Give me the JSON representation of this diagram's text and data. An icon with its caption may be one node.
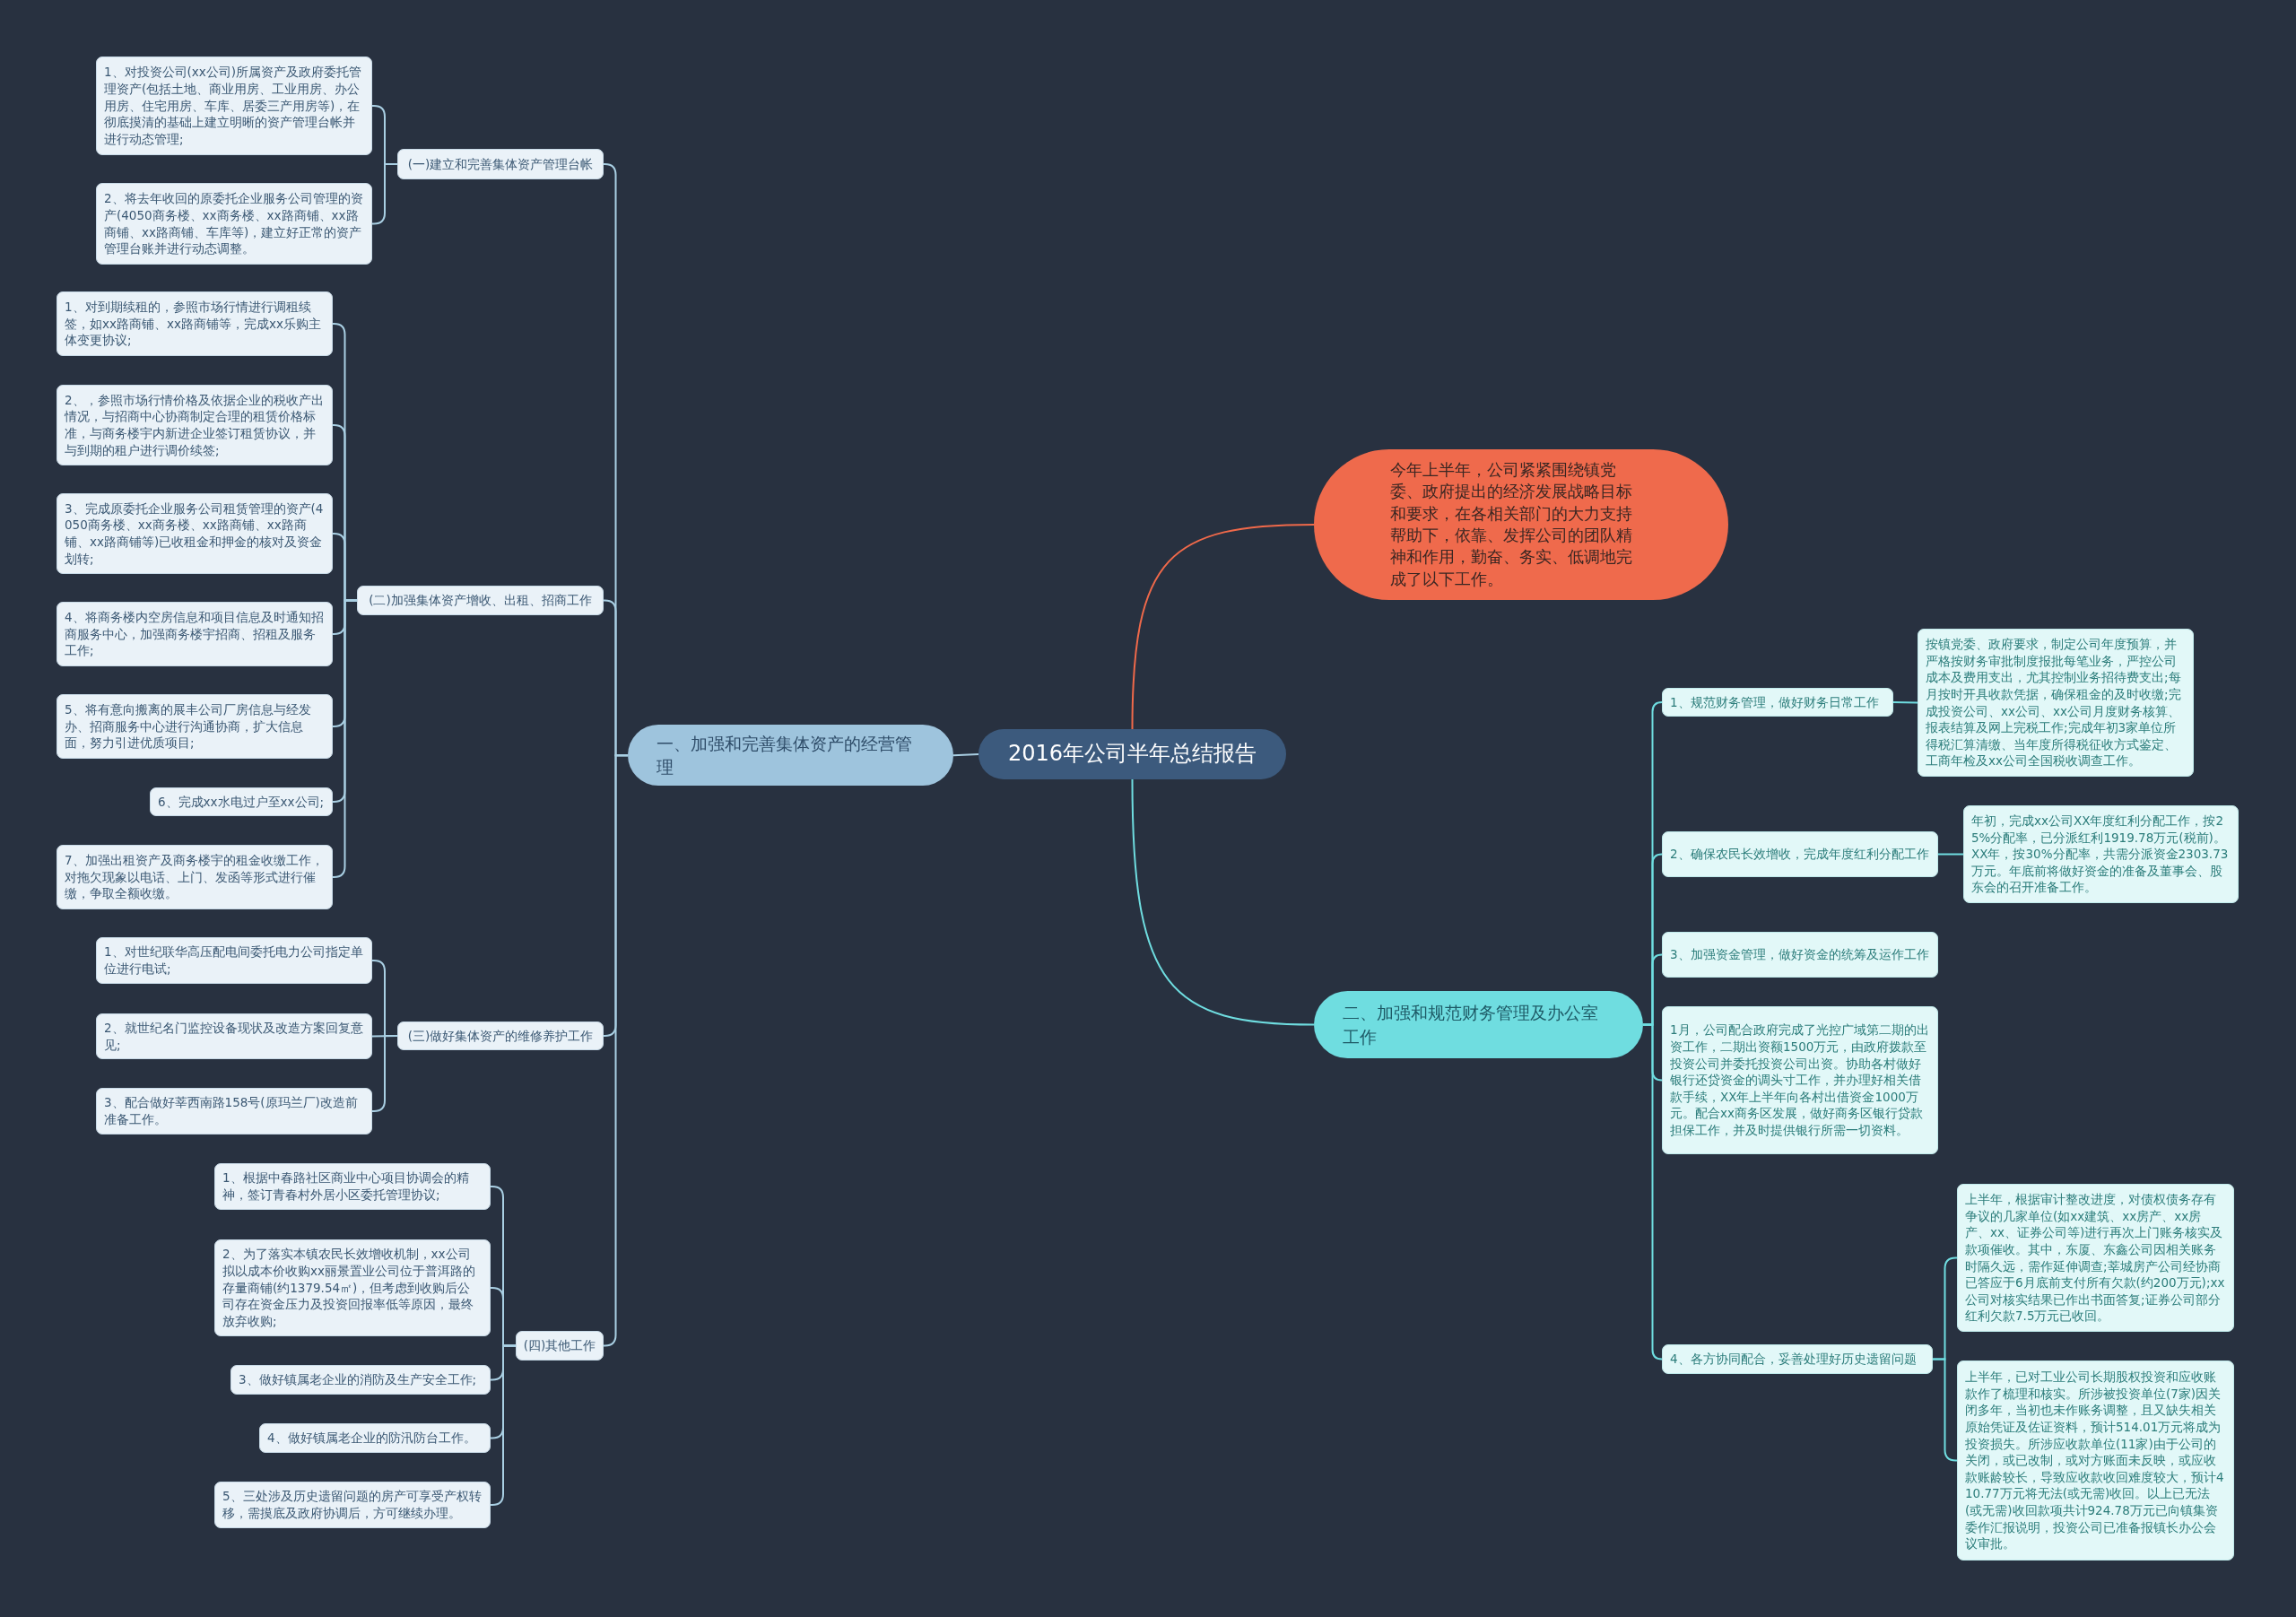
{
  "diagram": {
    "nodes": [
      {
        "text": [
          "2016年公司半年总结报告"
        ]
      },
      {
        "text": [
          "今年上半年，公司紧紧围绕镇党委、政府提出的经济发展战略目标和要求，在各相关部门的大力支持帮助下，依靠、发挥公司的团队精神和作用，勤奋、务实、低调地完成了以下工作。"
        ]
      },
      {
        "text": [
          "一、加强和完善集体资产的经营管理"
        ]
      },
      {
        "text": [
          "(一)建立和完善集体资产管理台帐"
        ]
      },
      {
        "text": [
          "1、对投资公司(xx公司)所属资产及政府委托管理资产(包括土地、商业用房、工业用房、办公用房、住宅用房、车库、居委三产用房等)，在彻底摸清的基础上建立明晰的资产管理台帐并进行动态管理;"
        ]
      },
      {
        "text": [
          "2、将去年收回的原委托企业服务公司管理的资产(4050商务楼、xx商务楼、xx路商铺、xx路商铺、xx路商铺、车库等)，建立好正常的资产管理台账并进行动态调整。"
        ]
      },
      {
        "text": [
          "(二)加强集体资产增收、出租、招商工作"
        ]
      },
      {
        "text": [
          "1、对到期续租的，参照市场行情进行调租续签，如xx路商铺、xx路商铺等，完成xx乐购主体变更协议;"
        ]
      },
      {
        "text": [
          "2、，参照市场行情价格及依据企业的税收产出情况，与招商中心协商制定合理的租赁价格标准，与商务楼宇内新进企业签订租赁协议，并与到期的租户进行调价续签;"
        ]
      },
      {
        "text": [
          "3、完成原委托企业服务公司租赁管理的资产(4050商务楼、xx商务楼、xx路商铺、xx路商铺、xx路商铺等)已收租金和押金的核对及资金划转;"
        ]
      },
      {
        "text": [
          "4、将商务楼内空房信息和项目信息及时通知招商服务中心，加强商务楼宇招商、招租及服务工作;"
        ]
      },
      {
        "text": [
          "5、将有意向搬离的展丰公司厂房信息与经发办、招商服务中心进行沟通协商，扩大信息面，努力引进优质项目;"
        ]
      },
      {
        "text": [
          "6、完成xx水电过户至xx公司;"
        ]
      },
      {
        "text": [
          "7、加强出租资产及商务楼宇的租金收缴工作，对拖欠现象以电话、上门、发函等形式进行催缴，争取全额收缴。"
        ]
      },
      {
        "text": [
          "(三)做好集体资产的维修养护工作"
        ]
      },
      {
        "text": [
          "1、对世纪联华高压配电间委托电力公司指定单位进行电试;"
        ]
      },
      {
        "text": [
          "2、就世纪名门监控设备现状及改造方案回复意见;"
        ]
      },
      {
        "text": [
          "3、配合做好莘西南路158号(原玛兰厂)改造前准备工作。"
        ]
      },
      {
        "text": [
          "(四)其他工作"
        ]
      },
      {
        "text": [
          "1、根据中春路社区商业中心项目协调会的精神，签订青春村外居小区委托管理协议;"
        ]
      },
      {
        "text": [
          "2、为了落实本镇农民长效增收机制，xx公司拟以成本价收购xx丽景置业公司位于普洱路的存量商铺(约1379.54㎡)，但考虑到收购后公司存在资金压力及投资回报率低等原因，最终放弃收购;"
        ]
      },
      {
        "text": [
          "3、做好镇属老企业的消防及生产安全工作;"
        ]
      },
      {
        "text": [
          "4、做好镇属老企业的防汛防台工作。"
        ]
      },
      {
        "text": [
          "5、三处涉及历史遗留问题的房产可享受产权转移，需摸底及政府协调后，方可继续办理。"
        ]
      },
      {
        "text": [
          "二、加强和规范财务管理及办公室工作"
        ]
      },
      {
        "text": [
          "1、规范财务管理，做好财务日常工作"
        ]
      },
      {
        "text": [
          "按镇党委、政府要求，制定公司年度预算，并严格按财务审批制度报批每笔业务，严控公司成本及费用支出，尤其控制业务招待费支出;每月按时开具收款凭据，确保租金的及时收缴;完成投资公司、xx公司、xx公司月度财务核算、报表结算及网上完税工作;完成年初3家单位所得税汇算清缴、当年度所得税征收方式鉴定、工商年检及xx公司全国税收调查工作。"
        ]
      },
      {
        "text": [
          "2、确保农民长效增收，完成年度红利分配工作"
        ]
      },
      {
        "text": [
          "年初，完成xx公司XX年度红利分配工作，按25%分配率，已分派红利1919.78万元(税前)。XX年，按30%分配率，共需分派资金2303.73万元。年底前将做好资金的准备及董事会、股东会的召开准备工作。"
        ]
      },
      {
        "text": [
          "3、加强资金管理，做好资金的统筹及运作工作"
        ]
      },
      {
        "text": [
          "1月，公司配合政府完成了光控广域第二期的出资工作，二期出资额1500万元，由政府拨款至投资公司并委托投资公司出资。协助各村做好银行还贷资金的调头寸工作，并办理好相关借款手续，XX年上半年向各村出借资金1000万元。配合xx商务区发展，做好商务区银行贷款担保工作，并及时提供银行所需一切资料。"
        ]
      },
      {
        "text": [
          "4、各方协同配合，妥善处理好历史遗留问题"
        ]
      },
      {
        "text": [
          "上半年，根据审计整改进度，对债权债务存有争议的几家单位(如xx建筑、xx房产、xx房产、xx、证券公司等)进行再次上门账务核实及款项催收。其中，东厦、东鑫公司因相关账务时隔久远，需作延伸调查;莘城房产公司经协商已答应于6月底前支付所有欠款(约200万元);xx公司对核实结果已作出书面答复;证券公司部分红利欠款7.5万元已收回。"
        ]
      },
      {
        "text": [
          "上半年，已对工业公司长期股权投资和应收账款作了梳理和核实。所涉被投资单位(7家)因关闭多年，当初也未作账务调整，且又缺失相关原始凭证及佐证资料，预计514.01万元将成为投资损失。所涉应收款单位(11家)由于公司的关闭，或已改制，或对方账面未反映，或应收款账龄较长，导致应收款收回难度较大，预计410.77万元将无法(或无需)收回。以上已无法(或无需)收回款项共计924.78万元已向镇集资委作汇报说明，投资公司已准备报镇长办公会议审批。"
        ]
      }
    ],
    "edges": [
      {
        "from": 0,
        "to": 1,
        "arrow": "none",
        "color": "#f0694a"
      },
      {
        "from": 0,
        "to": 2,
        "arrow": "none"
      },
      {
        "from": 2,
        "to": 3,
        "arrow": "none"
      },
      {
        "from": 3,
        "to": 4,
        "arrow": "none"
      },
      {
        "from": 3,
        "to": 5,
        "arrow": "none"
      },
      {
        "from": 2,
        "to": 6,
        "arrow": "none"
      },
      {
        "from": 6,
        "to": 7,
        "arrow": "none"
      },
      {
        "from": 6,
        "to": 8,
        "arrow": "none"
      },
      {
        "from": 6,
        "to": 9,
        "arrow": "none"
      },
      {
        "from": 6,
        "to": 10,
        "arrow": "none"
      },
      {
        "from": 6,
        "to": 11,
        "arrow": "none"
      },
      {
        "from": 6,
        "to": 12,
        "arrow": "none"
      },
      {
        "from": 6,
        "to": 13,
        "arrow": "none"
      },
      {
        "from": 2,
        "to": 14,
        "arrow": "none"
      },
      {
        "from": 14,
        "to": 15,
        "arrow": "none"
      },
      {
        "from": 14,
        "to": 16,
        "arrow": "none"
      },
      {
        "from": 14,
        "to": 17,
        "arrow": "none"
      },
      {
        "from": 2,
        "to": 18,
        "arrow": "none"
      },
      {
        "from": 18,
        "to": 19,
        "arrow": "none"
      },
      {
        "from": 18,
        "to": 20,
        "arrow": "none"
      },
      {
        "from": 18,
        "to": 21,
        "arrow": "none"
      },
      {
        "from": 18,
        "to": 22,
        "arrow": "none"
      },
      {
        "from": 18,
        "to": 23,
        "arrow": "none"
      },
      {
        "from": 0,
        "to": 24,
        "arrow": "none",
        "color": "#6fdde0"
      },
      {
        "from": 24,
        "to": 25,
        "arrow": "none",
        "color": "#6fdde0"
      },
      {
        "from": 25,
        "to": 26,
        "arrow": "none",
        "color": "#6fdde0"
      },
      {
        "from": 24,
        "to": 27,
        "arrow": "none",
        "color": "#6fdde0"
      },
      {
        "from": 27,
        "to": 28,
        "arrow": "none",
        "color": "#6fdde0"
      },
      {
        "from": 24,
        "to": 29,
        "arrow": "none",
        "color": "#6fdde0"
      },
      {
        "from": 24,
        "to": 30,
        "arrow": "none",
        "color": "#6fdde0"
      },
      {
        "from": 24,
        "to": 31,
        "arrow": "none",
        "color": "#6fdde0"
      },
      {
        "from": 31,
        "to": 32,
        "arrow": "none",
        "color": "#6fdde0"
      },
      {
        "from": 31,
        "to": 33,
        "arrow": "none",
        "color": "#6fdde0"
      }
    ]
  }
}
